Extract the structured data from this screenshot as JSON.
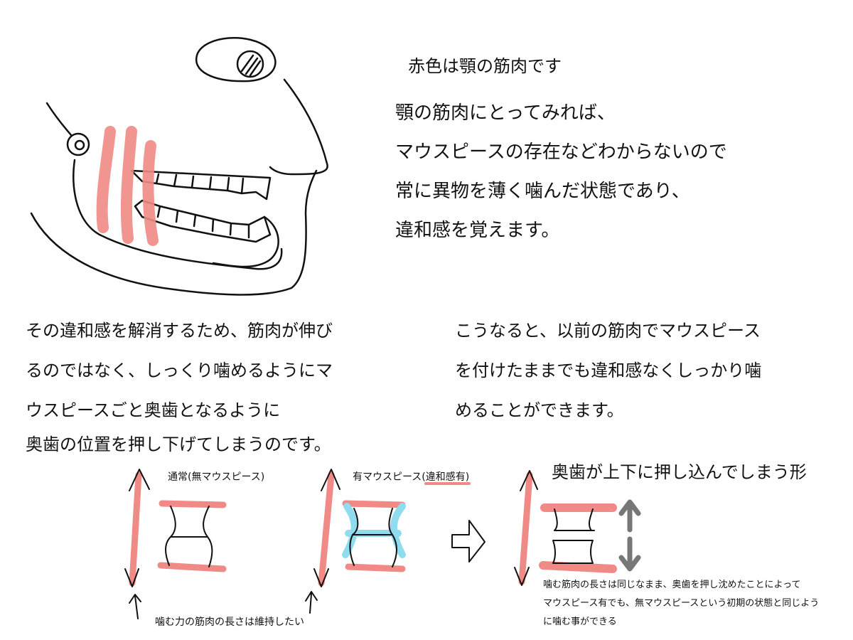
{
  "head_diagram": {
    "caption": "赤色は顎の筋肉です",
    "lines": [
      "顎の筋肉にとってみれば、",
      "マウスピースの存在などわからないので",
      "常に異物を薄く噛んだ状態であり、",
      "違和感を覚えます。"
    ]
  },
  "left_text": [
    "その違和感を解消するため、筋肉が伸び",
    "るのではなく、しっくり噛めるようにマ",
    "ウスピースごと奥歯となるように",
    "奥歯の位置を押し下げてしまうのです。"
  ],
  "right_text": [
    "こうなると、以前の筋肉でマウスピース",
    "を付けたままでも違和感なくしっかり噛",
    "めることができます。"
  ],
  "panels": {
    "normal_label": "通常(無マウスピース)",
    "mouthpiece_label_prefix": "有マウスピース(",
    "mouthpiece_label_emph": "違和感有",
    "mouthpiece_label_suffix": ")",
    "result_title": "奥歯が上下に押し込んでしまう形",
    "muscle_note": "噛む力の筋肉の長さは維持したい",
    "result_note": [
      "噛む筋肉の長さは同じなまま、奥歯を押し沈めたことによって",
      "マウスピース有でも、無マウスピースという初期の状態と同じよう",
      "に噛む事ができる"
    ]
  },
  "colors": {
    "muscle_red": "#f08a86",
    "mouthpiece_blue": "#8fdcef",
    "arrow_gray": "#777777",
    "line_black": "#111111"
  }
}
